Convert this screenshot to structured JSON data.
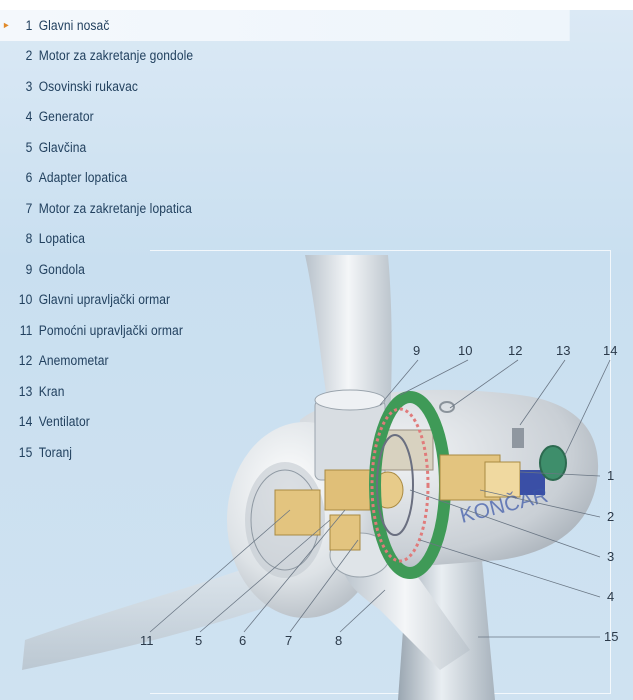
{
  "legend": {
    "items": [
      {
        "num": "1",
        "label": "Glavni nosač"
      },
      {
        "num": "2",
        "label": "Motor za zakretanje gondole"
      },
      {
        "num": "3",
        "label": "Osovinski rukavac"
      },
      {
        "num": "4",
        "label": "Generator"
      },
      {
        "num": "5",
        "label": "Glavčina"
      },
      {
        "num": "6",
        "label": "Adapter lopatica"
      },
      {
        "num": "7",
        "label": "Motor za zakretanje lopatica"
      },
      {
        "num": "8",
        "label": "Lopatica"
      },
      {
        "num": "9",
        "label": "Gondola"
      },
      {
        "num": "10",
        "label": "Glavni upravljački ormar"
      },
      {
        "num": "11",
        "label": "Pomoćni upravljački ormar"
      },
      {
        "num": "12",
        "label": "Anemometar"
      },
      {
        "num": "13",
        "label": "Kran"
      },
      {
        "num": "14",
        "label": "Ventilator"
      },
      {
        "num": "15",
        "label": "Toranj"
      }
    ]
  },
  "diagram": {
    "brand_text": "KONČAR",
    "callouts": {
      "n1": "1",
      "n2": "2",
      "n3": "3",
      "n4": "4",
      "n5": "5",
      "n6": "6",
      "n7": "7",
      "n8": "8",
      "n9": "9",
      "n10": "10",
      "n11": "11",
      "n12": "12",
      "n13": "13",
      "n14": "14",
      "n15": "15"
    }
  },
  "colors": {
    "text": "#22415f",
    "marker": "#e08a2a",
    "background": "#cfe2f1",
    "generator_ring": "#3f9a57",
    "hub_parts": "#e3c47f"
  }
}
